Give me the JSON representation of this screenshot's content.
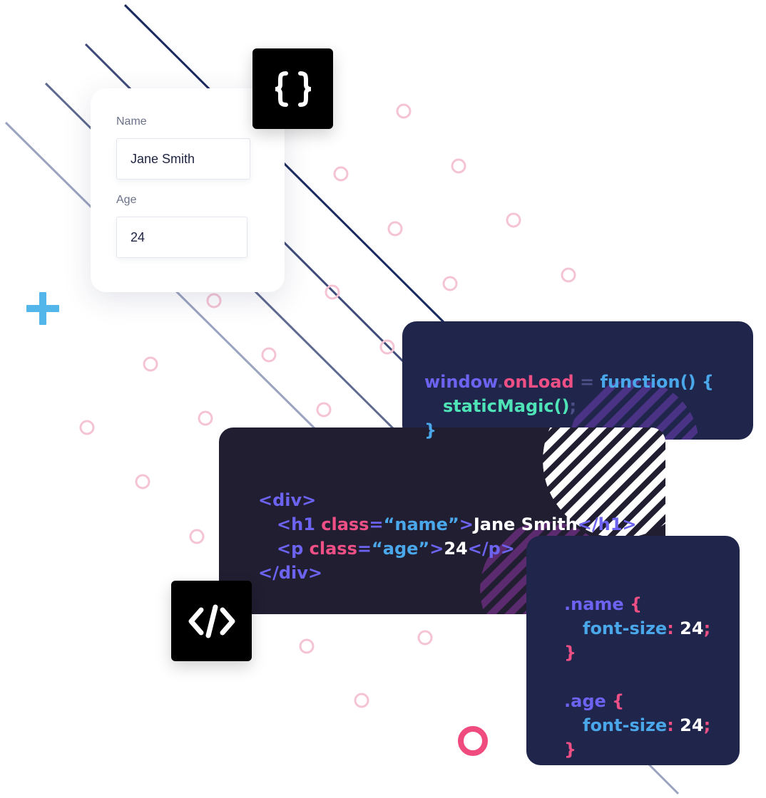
{
  "form": {
    "name_label": "Name",
    "name_value": "Jane Smith",
    "age_label": "Age",
    "age_value": "24"
  },
  "icons": {
    "braces": "braces-icon",
    "code": "code-tag-icon",
    "plus": "plus-icon"
  },
  "js_code": {
    "line1_obj": "window",
    "line1_dot": ".",
    "line1_prop": "onLoad",
    "line1_eq": " = ",
    "line1_fn": "function() {",
    "line2_call": "staticMagic()",
    "line2_semi": ";",
    "line3_close": "}"
  },
  "html_code": {
    "div_open": "<div>",
    "h1_open": "<h1 ",
    "h1_attr": "class",
    "h1_eq": "=",
    "h1_q1": "“",
    "h1_val": "name",
    "h1_q2": "”",
    "h1_gt": ">",
    "h1_text": "Jane Smith",
    "h1_close": "</h1>",
    "p_open": "<p ",
    "p_attr": "class",
    "p_eq": "=",
    "p_q1": "“",
    "p_val": "age",
    "p_q2": "”",
    "p_gt": ">",
    "p_text": "24",
    "p_close": "</p>",
    "div_close": "</div>"
  },
  "css_code": {
    "sel1": ".name",
    "brace_open1": " {",
    "prop1": "font-size",
    "colon1": ": ",
    "val1": "24",
    "semi1": ";",
    "brace_close1": "}",
    "sel2": ".age",
    "brace_open2": " {",
    "prop2": "font-size",
    "colon2": ": ",
    "val2": "24",
    "semi2": ";",
    "brace_close2": "}"
  },
  "colors": {
    "navy_card": "#1f254b",
    "dark_card": "#221e32",
    "purple": "#6c63f0",
    "pink": "#ee4f85",
    "blue": "#4aa8ea",
    "green": "#4fe4b8",
    "circle_pink": "#f5c4d4",
    "accent_pink": "#ef4b7e",
    "plus_blue": "#52b6ea"
  }
}
